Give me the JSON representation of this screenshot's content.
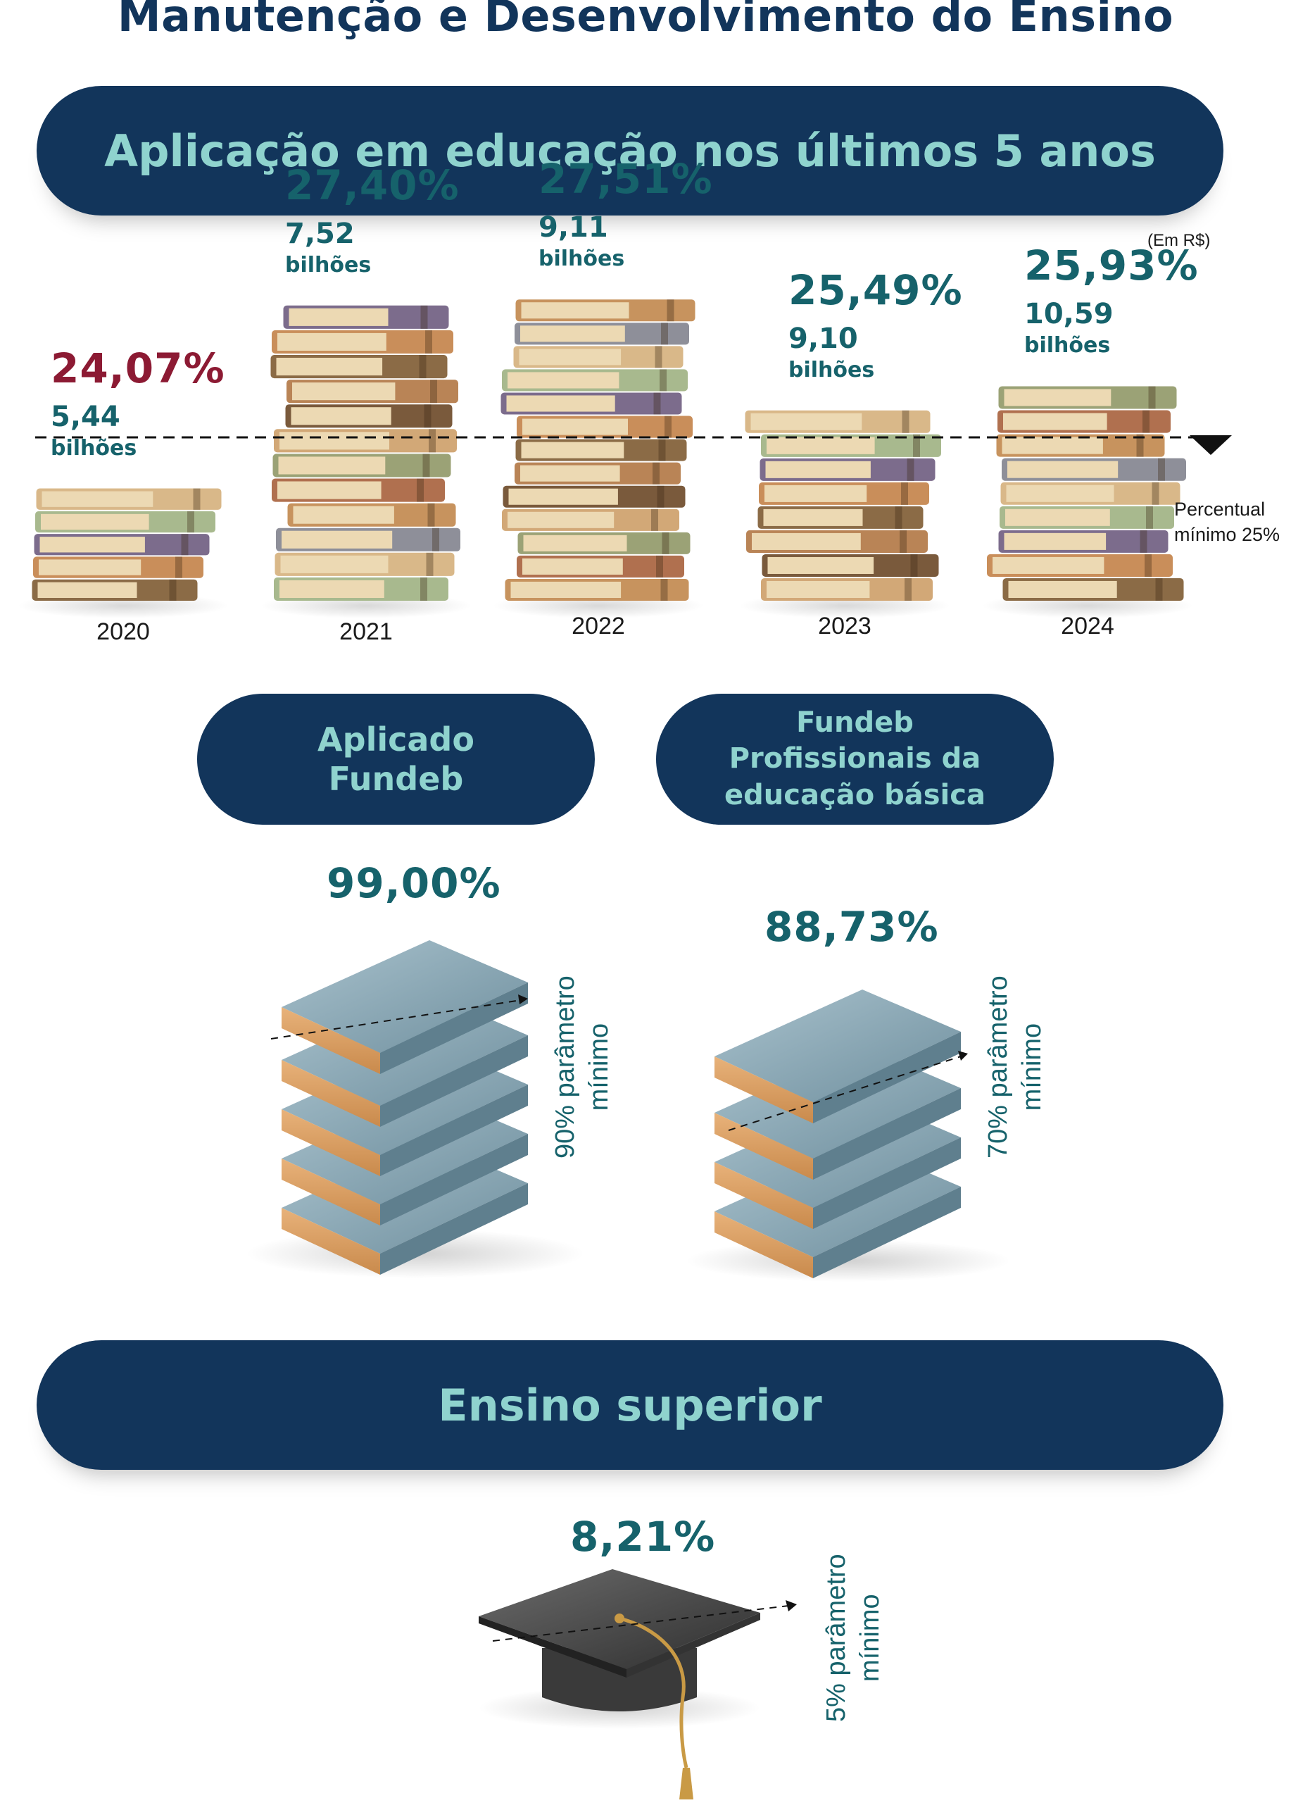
{
  "title": "Manutenção e Desenvolvimento do Ensino",
  "banner_top": "Aplicação em educação nos últimos 5 anos",
  "currency_note": "(Em R$)",
  "threshold_label_line1": "Percentual",
  "threshold_label_line2": "mínimo 25%",
  "chart_data": {
    "type": "bar",
    "title": "Aplicação em educação nos últimos 5 anos",
    "categories": [
      "2020",
      "2021",
      "2022",
      "2023",
      "2024"
    ],
    "series": [
      {
        "values": [
          24.07,
          27.4,
          27.51,
          25.49,
          25.93
        ]
      }
    ],
    "percent_labels": [
      "24,07%",
      "27,40%",
      "27,51%",
      "25,49%",
      "25,93%"
    ],
    "value_labels": [
      "5,44",
      "7,52",
      "9,11",
      "9,10",
      "10,59"
    ],
    "values_billions": [
      5.44,
      7.52,
      9.11,
      9.1,
      10.59
    ],
    "unit_label": "bilhões",
    "reference_line": {
      "value": 25,
      "label": "Percentual mínimo 25%"
    },
    "highlight_below_minimum_color": "#8c1a33",
    "bar_color": "#16626b"
  },
  "fundeb": {
    "aplicado": {
      "title_line1": "Aplicado",
      "title_line2": "Fundeb",
      "value": "99,00%",
      "param_line1": "90% parâmetro",
      "param_line2": "mínimo"
    },
    "profissionais": {
      "title_line1": "Fundeb",
      "title_line2": "Profissionais da",
      "title_line3": "educação básica",
      "value": "88,73%",
      "param_line1": "70% parâmetro",
      "param_line2": "mínimo"
    }
  },
  "ensino_superior": {
    "title": "Ensino superior",
    "value": "8,21%",
    "param_line1": "5% parâmetro",
    "param_line2": "mínimo"
  },
  "colors": {
    "navy": "#12355b",
    "teal_text": "#8fd3ce",
    "value_teal": "#16626b",
    "red": "#8c1a33",
    "book_blue": "#7f9fae"
  }
}
